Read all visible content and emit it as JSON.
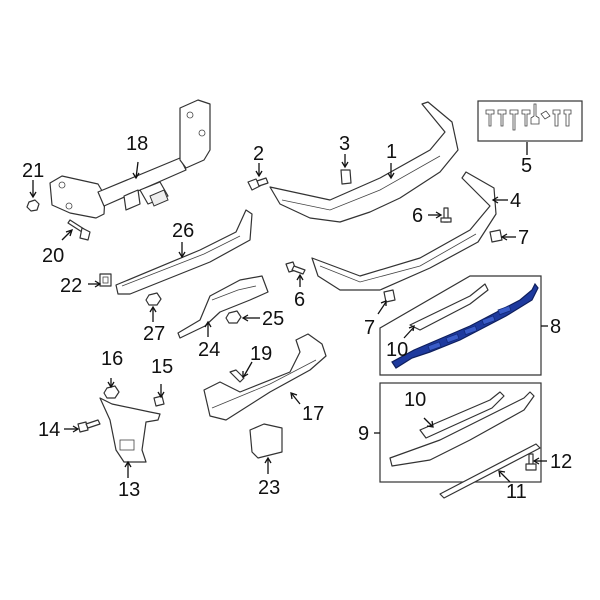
{
  "diagram": {
    "type": "exploded-parts-diagram",
    "subject": "Rear bumper assembly components",
    "highlight_color": "#1e3a9e",
    "highlighted_part": "8",
    "callouts": [
      {
        "id": "c1",
        "label": "1"
      },
      {
        "id": "c2",
        "label": "2"
      },
      {
        "id": "c3",
        "label": "3"
      },
      {
        "id": "c4",
        "label": "4"
      },
      {
        "id": "c5",
        "label": "5"
      },
      {
        "id": "c6a",
        "label": "6"
      },
      {
        "id": "c6b",
        "label": "6"
      },
      {
        "id": "c7a",
        "label": "7"
      },
      {
        "id": "c7b",
        "label": "7"
      },
      {
        "id": "c8",
        "label": "8"
      },
      {
        "id": "c9",
        "label": "9"
      },
      {
        "id": "c10a",
        "label": "10"
      },
      {
        "id": "c10b",
        "label": "10"
      },
      {
        "id": "c11",
        "label": "11"
      },
      {
        "id": "c12",
        "label": "12"
      },
      {
        "id": "c13",
        "label": "13"
      },
      {
        "id": "c14",
        "label": "14"
      },
      {
        "id": "c15",
        "label": "15"
      },
      {
        "id": "c16",
        "label": "16"
      },
      {
        "id": "c17",
        "label": "17"
      },
      {
        "id": "c18",
        "label": "18"
      },
      {
        "id": "c19",
        "label": "19"
      },
      {
        "id": "c20",
        "label": "20"
      },
      {
        "id": "c21",
        "label": "21"
      },
      {
        "id": "c22",
        "label": "22"
      },
      {
        "id": "c23",
        "label": "23"
      },
      {
        "id": "c24",
        "label": "24"
      },
      {
        "id": "c25",
        "label": "25"
      },
      {
        "id": "c26",
        "label": "26"
      },
      {
        "id": "c27",
        "label": "27"
      }
    ]
  }
}
